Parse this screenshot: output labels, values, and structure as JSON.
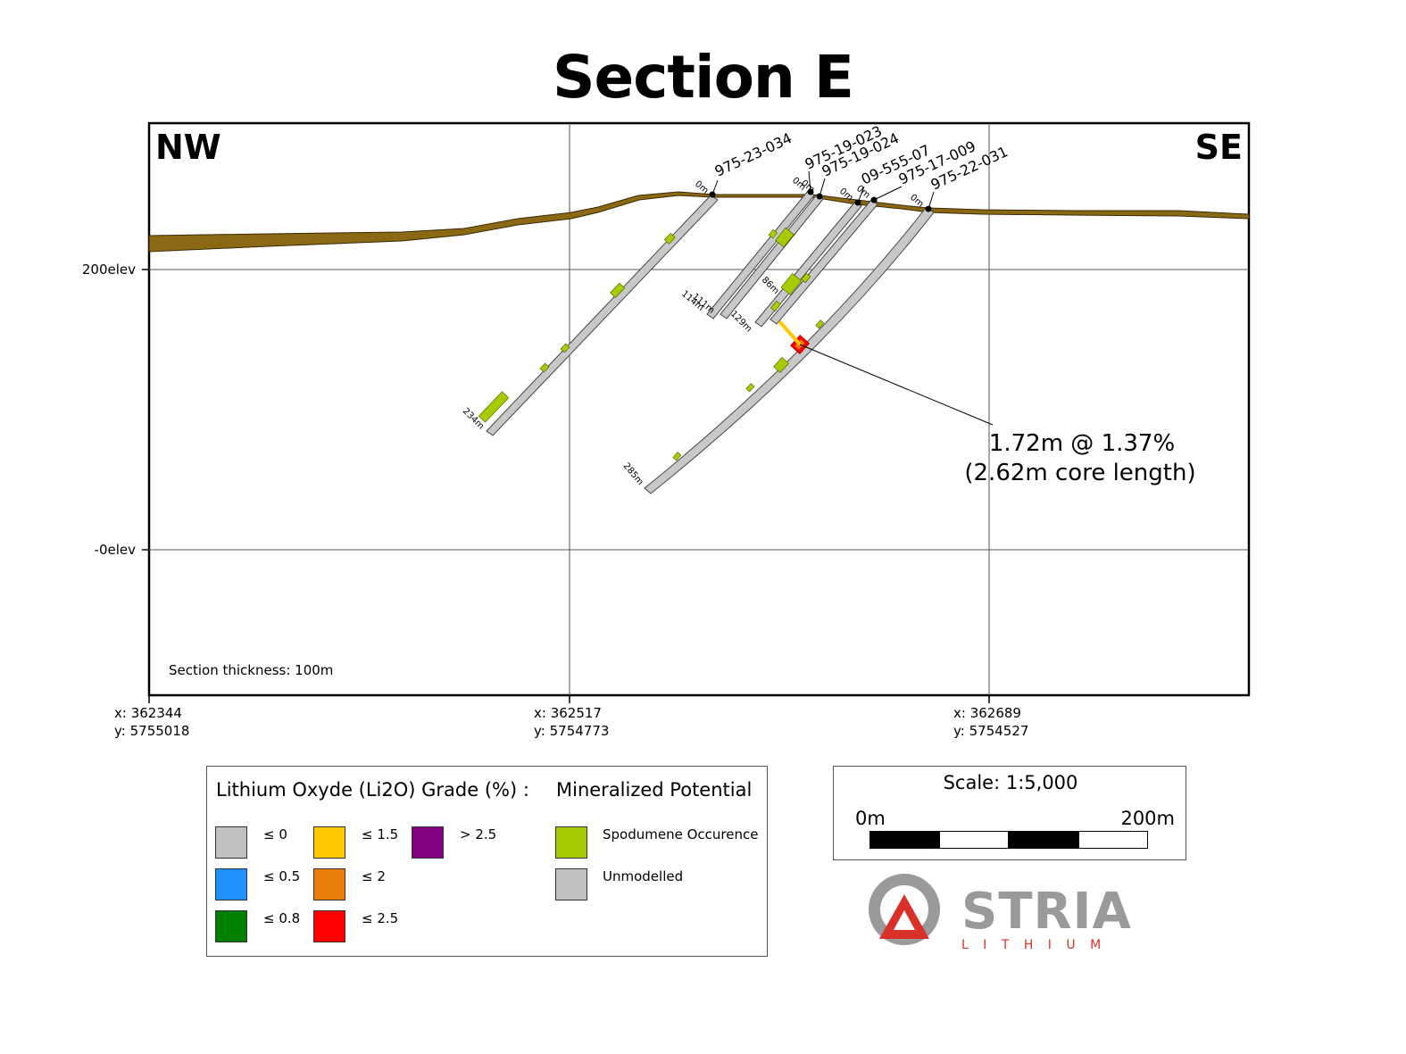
{
  "title": "Section E",
  "section": {
    "nw_label": "NW",
    "se_label": "SE",
    "elevation_labels": [
      "200elev",
      "-0elev"
    ],
    "thickness_note": "Section thickness: 100m",
    "coordinates": [
      {
        "x": "x: 362344",
        "y": "y: 5755018"
      },
      {
        "x": "x: 362517",
        "y": "y: 5754773"
      },
      {
        "x": "x: 362689",
        "y": "y: 5754527"
      }
    ],
    "holes": [
      {
        "id": "975-23-034",
        "collar": "0m",
        "end_depth": "234m"
      },
      {
        "id": "975-19-023",
        "collar": "0m",
        "end_depth": "111m"
      },
      {
        "id": "975-19-024",
        "collar": "0m",
        "end_depth": "114m"
      },
      {
        "id": "09-555-07",
        "collar": "0m",
        "end_depth": "129m"
      },
      {
        "id": "975-17-009",
        "collar": "0m",
        "end_depth": "86m"
      },
      {
        "id": "975-22-031",
        "collar": "0m",
        "end_depth": "285m"
      }
    ],
    "intercept": {
      "line1": "1.72m @ 1.37%",
      "line2": "(2.62m core length)"
    }
  },
  "legend": {
    "grade_title": "Lithium Oxyde (Li2O) Grade (%) :",
    "potential_title": "Mineralized Potential",
    "grades": [
      {
        "label": "≤ 0",
        "color": "#c0c0c0"
      },
      {
        "label": "≤ 0.5",
        "color": "#1e90ff"
      },
      {
        "label": "≤ 0.8",
        "color": "#008000"
      },
      {
        "label": "≤ 1.5",
        "color": "#ffc800"
      },
      {
        "label": "≤ 2",
        "color": "#e87d0a"
      },
      {
        "label": "≤ 2.5",
        "color": "#ff0000"
      },
      {
        "label": "> 2.5",
        "color": "#800080"
      }
    ],
    "potential": [
      {
        "label": "Spodumene Occurence",
        "color": "#a6cc00"
      },
      {
        "label": "Unmodelled",
        "color": "#c0c0c0"
      }
    ]
  },
  "scale": {
    "title": "Scale: 1:5,000",
    "start": "0m",
    "end": "200m"
  },
  "logo": {
    "name": "STRIA",
    "sub": "L I T H I U M"
  },
  "colors": {
    "overburden": "#8b6914",
    "spodumene": "#a6cc00",
    "hole_fill": "#c8c8c8",
    "logo_red": "#d9302a",
    "logo_grey": "#9a9a9a"
  }
}
